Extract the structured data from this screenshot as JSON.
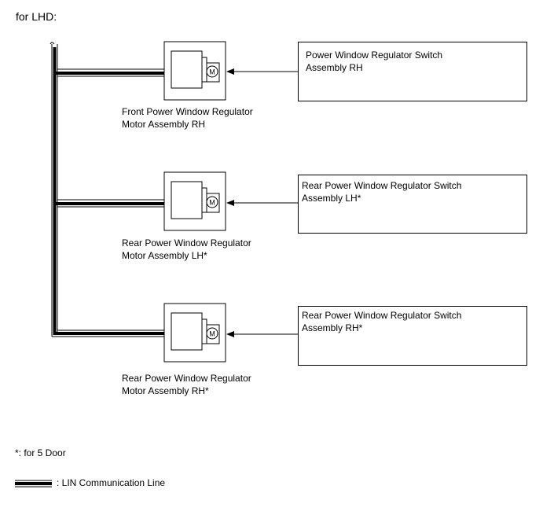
{
  "header": {
    "title": "for LHD:"
  },
  "motors": [
    {
      "label_line1": "Front Power Window Regulator",
      "label_line2": "Motor Assembly RH",
      "icon_letter": "M"
    },
    {
      "label_line1": "Rear Power Window Regulator",
      "label_line2": "Motor Assembly LH*",
      "icon_letter": "M"
    },
    {
      "label_line1": "Rear Power Window Regulator",
      "label_line2": "Motor Assembly RH*",
      "icon_letter": "M"
    }
  ],
  "switches": [
    {
      "label_line1": "Power Window Regulator Switch",
      "label_line2": "Assembly RH"
    },
    {
      "label_line1": "Rear Power Window Regulator Switch",
      "label_line2": "Assembly LH*"
    },
    {
      "label_line1": "Rear Power Window Regulator Switch",
      "label_line2": "Assembly RH*"
    }
  ],
  "footnote": "*: for 5 Door",
  "legend": {
    "label": ": LIN Communication Line"
  },
  "colors": {
    "line": "#000000",
    "background": "#ffffff"
  }
}
